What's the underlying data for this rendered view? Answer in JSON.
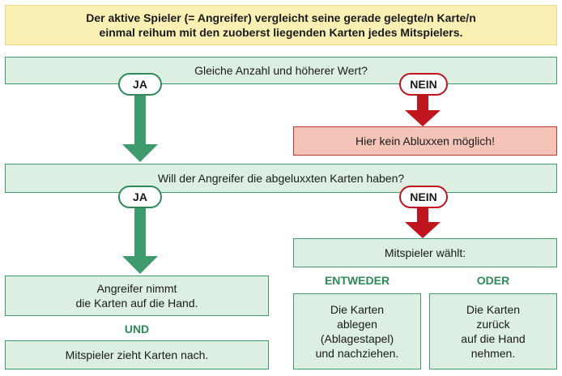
{
  "intro": {
    "line1": "Der aktive Spieler (= Angreifer) vergleicht seine gerade gelegte/n Karte/n",
    "line2": "einmal reihum mit den zuoberst liegenden Karten jedes Mitspielers."
  },
  "question1": "Gleiche Anzahl und höherer Wert?",
  "question2": "Will der Angreifer die abgeluxxten Karten haben?",
  "ja_label": "JA",
  "nein_label": "NEIN",
  "no_abluxxen": "Hier kein Abluxxen möglich!",
  "mitspieler_waehlt": "Mitspieler wählt:",
  "entweder": "ENTWEDER",
  "oder": "ODER",
  "und": "UND",
  "angreifer_nimmt": "Angreifer nimmt\ndie Karten auf die Hand.",
  "mitspieler_zieht": "Mitspieler zieht Karten nach.",
  "option_ablegen": "Die Karten\nablegen\n(Ablagestapel)\nund nachziehen.",
  "option_zurueck": "Die Karten\nzurück\nauf die Hand\nnehmen.",
  "colors": {
    "green": "#3f9a6e",
    "green_fill": "#dcefe2",
    "red": "#c0141e",
    "red_fill": "#f4c4b8",
    "yellow_fill": "#faf0b4"
  }
}
